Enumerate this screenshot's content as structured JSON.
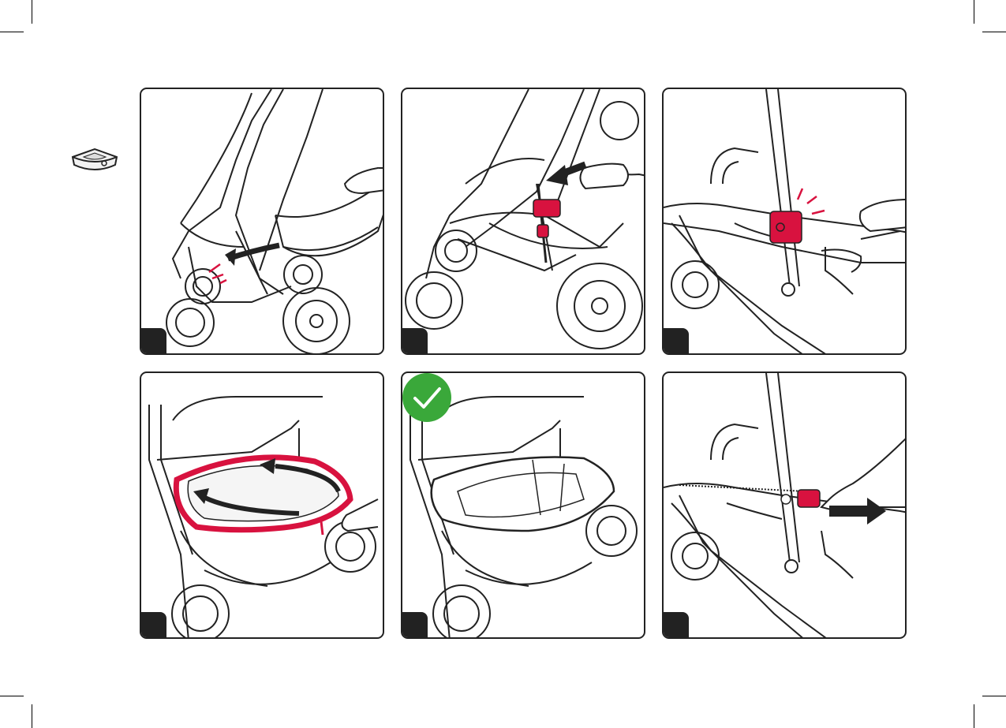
{
  "page": {
    "accent_red": "#d8123f",
    "outline": "#222222",
    "check_green": "#3aa83a",
    "side_icon": "basket-icon"
  },
  "steps": [
    {
      "number": "",
      "icon": "release-basket-icon",
      "highlight": "red-clicks"
    },
    {
      "number": "",
      "icon": "press-clip-icon",
      "highlight": "red-clip",
      "callout": ""
    },
    {
      "number": "",
      "icon": "clip-attached-icon",
      "highlight": "red-clicks"
    },
    {
      "number": "",
      "icon": "zip-around-icon",
      "highlight": "red-zipper"
    },
    {
      "number": "",
      "icon": "basket-installed-icon",
      "highlight": "green-check"
    },
    {
      "number": "",
      "icon": "pull-clip-icon",
      "highlight": "red-clip"
    }
  ]
}
